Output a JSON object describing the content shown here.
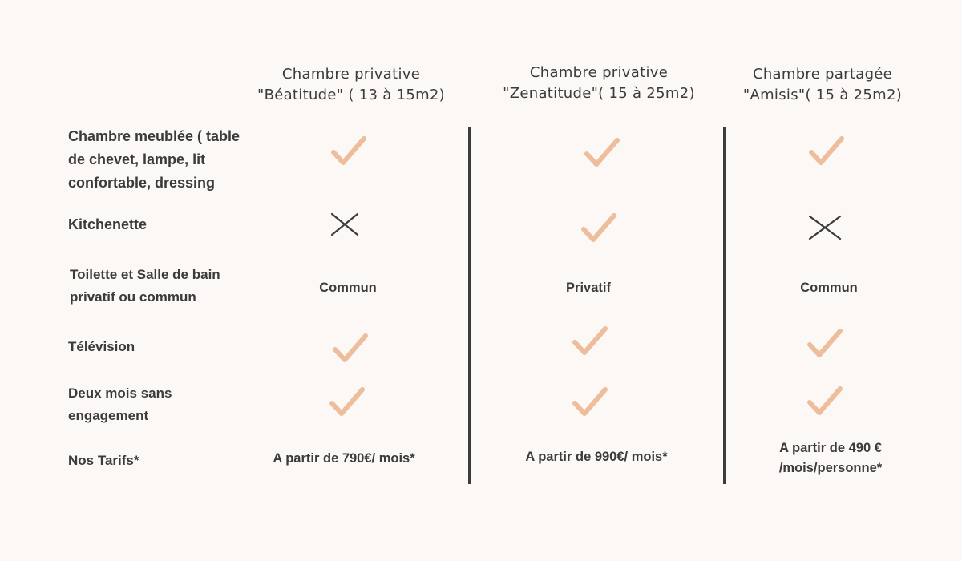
{
  "columns": [
    {
      "title": "Chambre privative\n\"Béatitude\" ( 13 à 15m2)"
    },
    {
      "title": "Chambre privative\n\"Zenatitude\"( 15 à 25m2)"
    },
    {
      "title": "Chambre partagée\n\"Amisis\"( 15 à 25m2)"
    }
  ],
  "rows": [
    {
      "label": "Chambre meublée ( table\nde chevet, lampe, lit\nconfortable, dressing",
      "values": [
        "check",
        "check",
        "check"
      ]
    },
    {
      "label": "Kitchenette",
      "values": [
        "cross",
        "check",
        "cross"
      ]
    },
    {
      "label": "Toilette et Salle de bain\nprivatif ou commun",
      "values": [
        "Commun",
        "Privatif",
        "Commun"
      ]
    },
    {
      "label": "Télévision",
      "values": [
        "check",
        "check",
        "check"
      ]
    },
    {
      "label": "Deux mois sans\nengagement",
      "values": [
        "check",
        "check",
        "check"
      ]
    },
    {
      "label": "Nos Tarifs*",
      "values": [
        "A partir de 790€/ mois*",
        "A partir de 990€/ mois*",
        "A partir de 490 €\n/mois/personne*"
      ]
    }
  ],
  "colors": {
    "check": "#eebd9b",
    "cross": "#3c3c3c",
    "divider": "#3c3c3c",
    "background": "#fcf8f5"
  }
}
